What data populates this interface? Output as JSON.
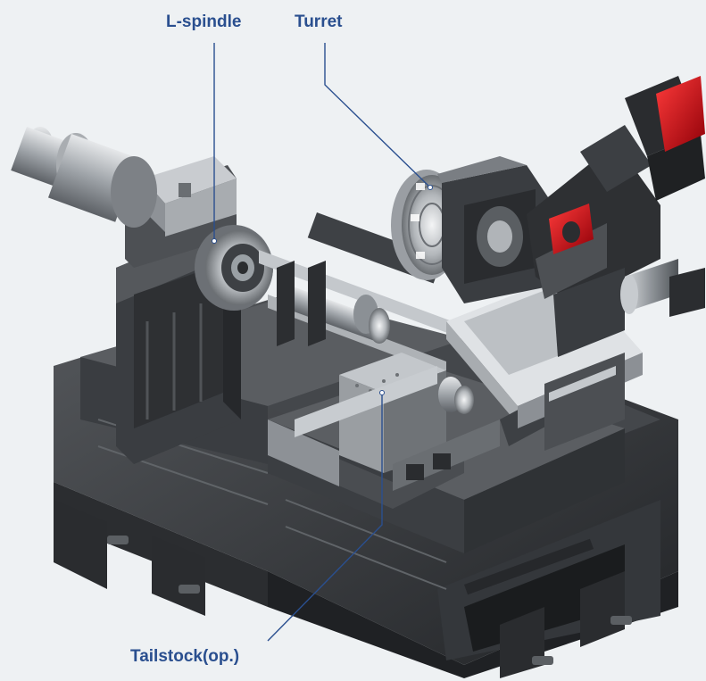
{
  "labels": {
    "l_spindle": "L-spindle",
    "turret": "Turret",
    "tailstock": "Tailstock(op.)"
  },
  "colors": {
    "background": "#eef1f3",
    "label": "#2a4f8f",
    "leader": "#2a4f8f",
    "machine_dark": "#2f3134",
    "machine_mid": "#4a4d51",
    "machine_light": "#b9bdc1",
    "motor_red": "#d0101a"
  }
}
